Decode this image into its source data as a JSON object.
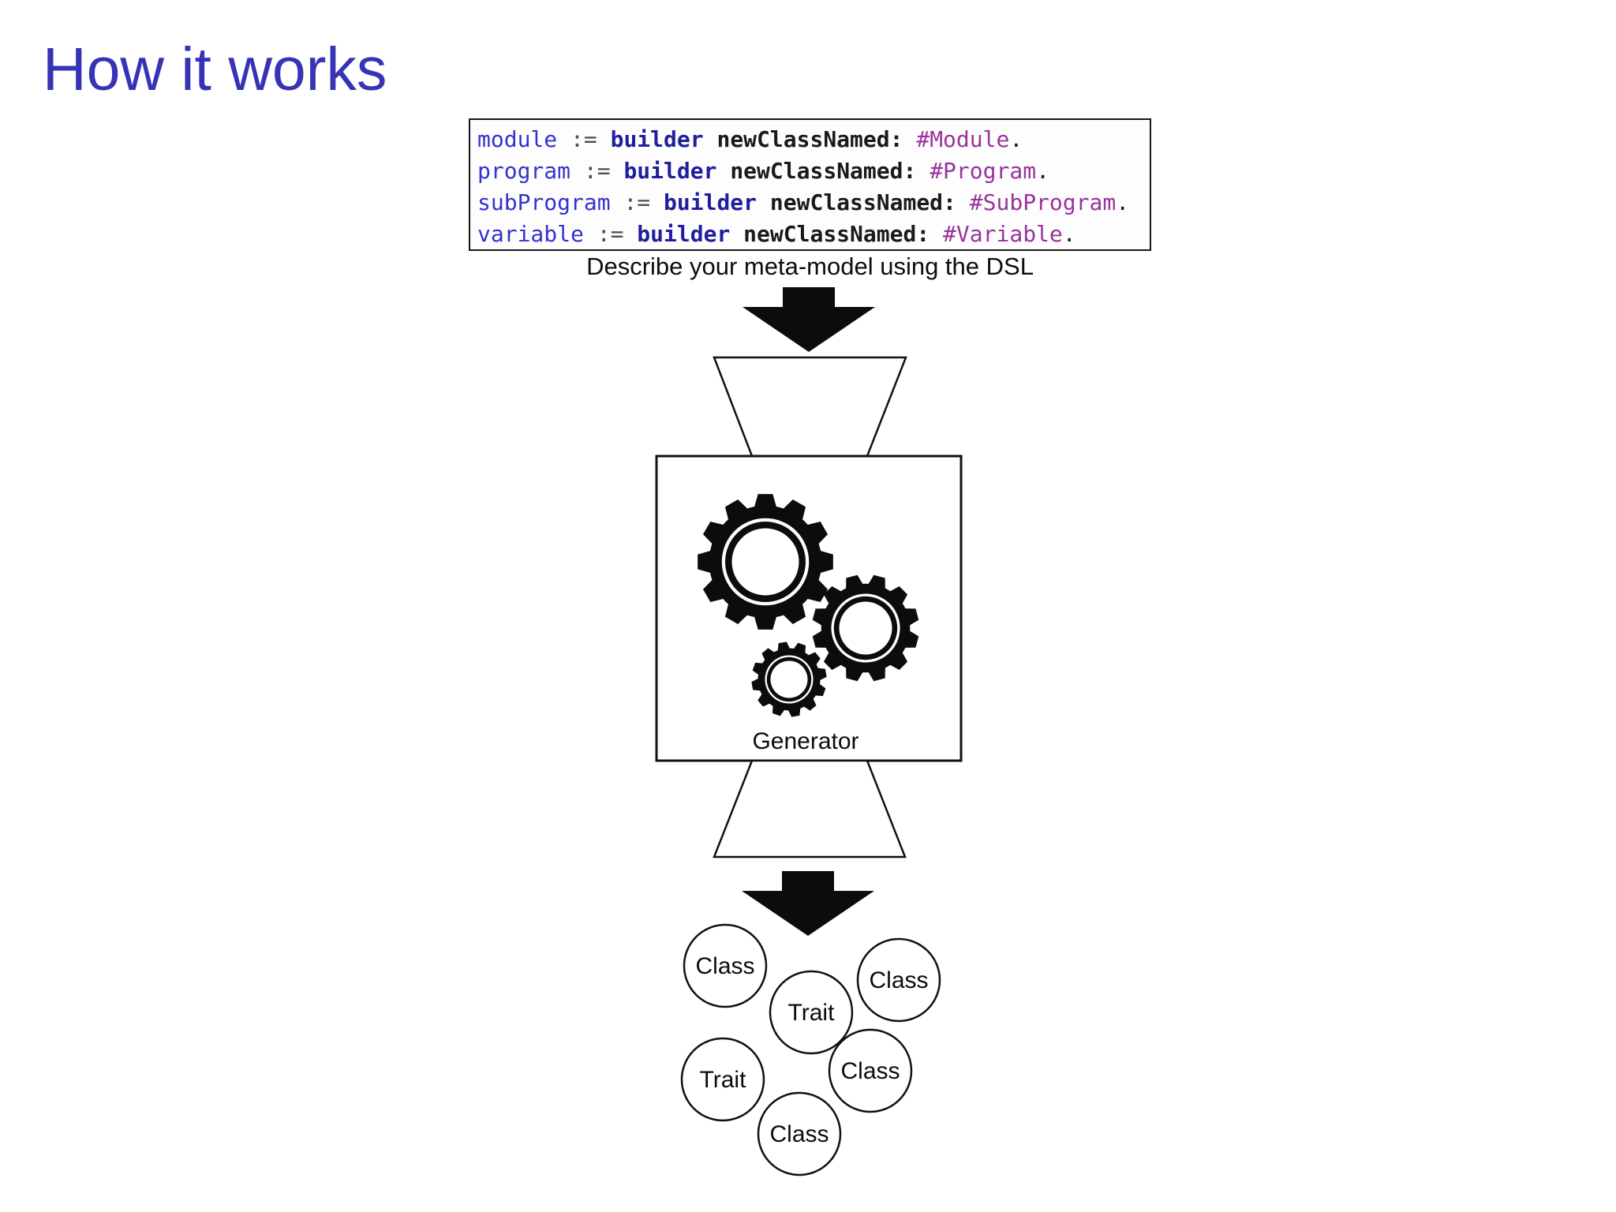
{
  "slide": {
    "title": "How it works"
  },
  "dsl_snippet": {
    "caption": "Describe your meta-model using the DSL",
    "lines": [
      {
        "receiver": "module",
        "assign": ":=",
        "keyword": "builder",
        "message": "newClassNamed:",
        "symbol": "#Module",
        "period": "."
      },
      {
        "receiver": "program",
        "assign": ":=",
        "keyword": "builder",
        "message": "newClassNamed:",
        "symbol": "#Program",
        "period": "."
      },
      {
        "receiver": "subProgram",
        "assign": ":=",
        "keyword": "builder",
        "message": "newClassNamed:",
        "symbol": "#SubProgram",
        "period": "."
      },
      {
        "receiver": "variable",
        "assign": ":=",
        "keyword": "builder",
        "message": "newClassNamed:",
        "symbol": "#Variable",
        "period": "."
      }
    ]
  },
  "generator": {
    "label": "Generator"
  },
  "outputs": [
    {
      "label": "Class"
    },
    {
      "label": "Trait"
    },
    {
      "label": "Class"
    },
    {
      "label": "Trait"
    },
    {
      "label": "Class"
    },
    {
      "label": "Class"
    }
  ],
  "colors": {
    "title": "#3633b7",
    "code_receiver": "#3333cc",
    "code_assign": "#4d4d4d",
    "code_keyword": "#1f1f9e",
    "code_message": "#1a1a1a",
    "code_symbol": "#993399",
    "diagram_ink": "#0c0c0c"
  }
}
